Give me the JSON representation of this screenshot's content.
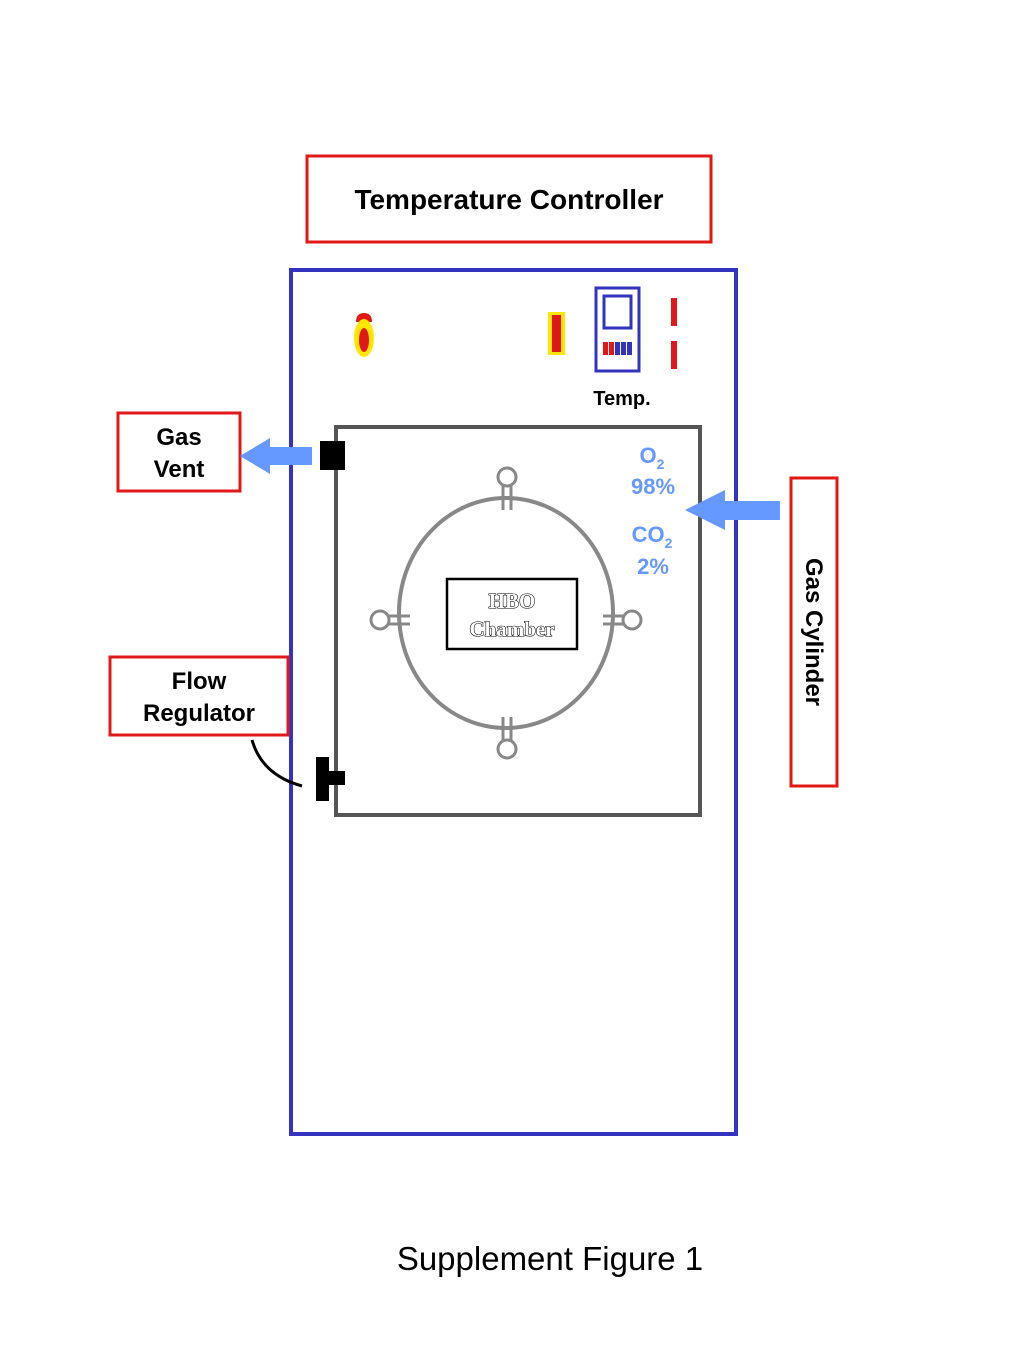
{
  "labels": {
    "temperature_controller": "Temperature Controller",
    "temp": "Temp.",
    "gas_vent_line1": "Gas",
    "gas_vent_line2": "Vent",
    "flow_regulator_line1": "Flow",
    "flow_regulator_line2": "Regulator",
    "gas_cylinder": "Gas Cylinder",
    "hbo_line1": "HBO",
    "hbo_line2": "Chamber"
  },
  "gas_mix": {
    "o2_symbol": "O",
    "o2_subscript": "2",
    "o2_percent": "98%",
    "co2_symbol": "CO",
    "co2_subscript": "2",
    "co2_percent": "2%"
  },
  "caption": "Supplement Figure 1",
  "icons": {
    "flame": "flame-icon",
    "heater": "heater-icon",
    "thermostat": "thermostat-icon",
    "indicator": "indicator-lines-icon",
    "vent_arrow": "arrow-left-icon",
    "inlet_arrow": "arrow-left-icon",
    "valve": "valve-icon"
  },
  "colors": {
    "label_box": "#e01818",
    "incubator": "#3333c0",
    "chamber_box": "#555555",
    "gas_text": "#6699ff",
    "arrow": "#6699ff",
    "hbo_ring": "#888888"
  }
}
